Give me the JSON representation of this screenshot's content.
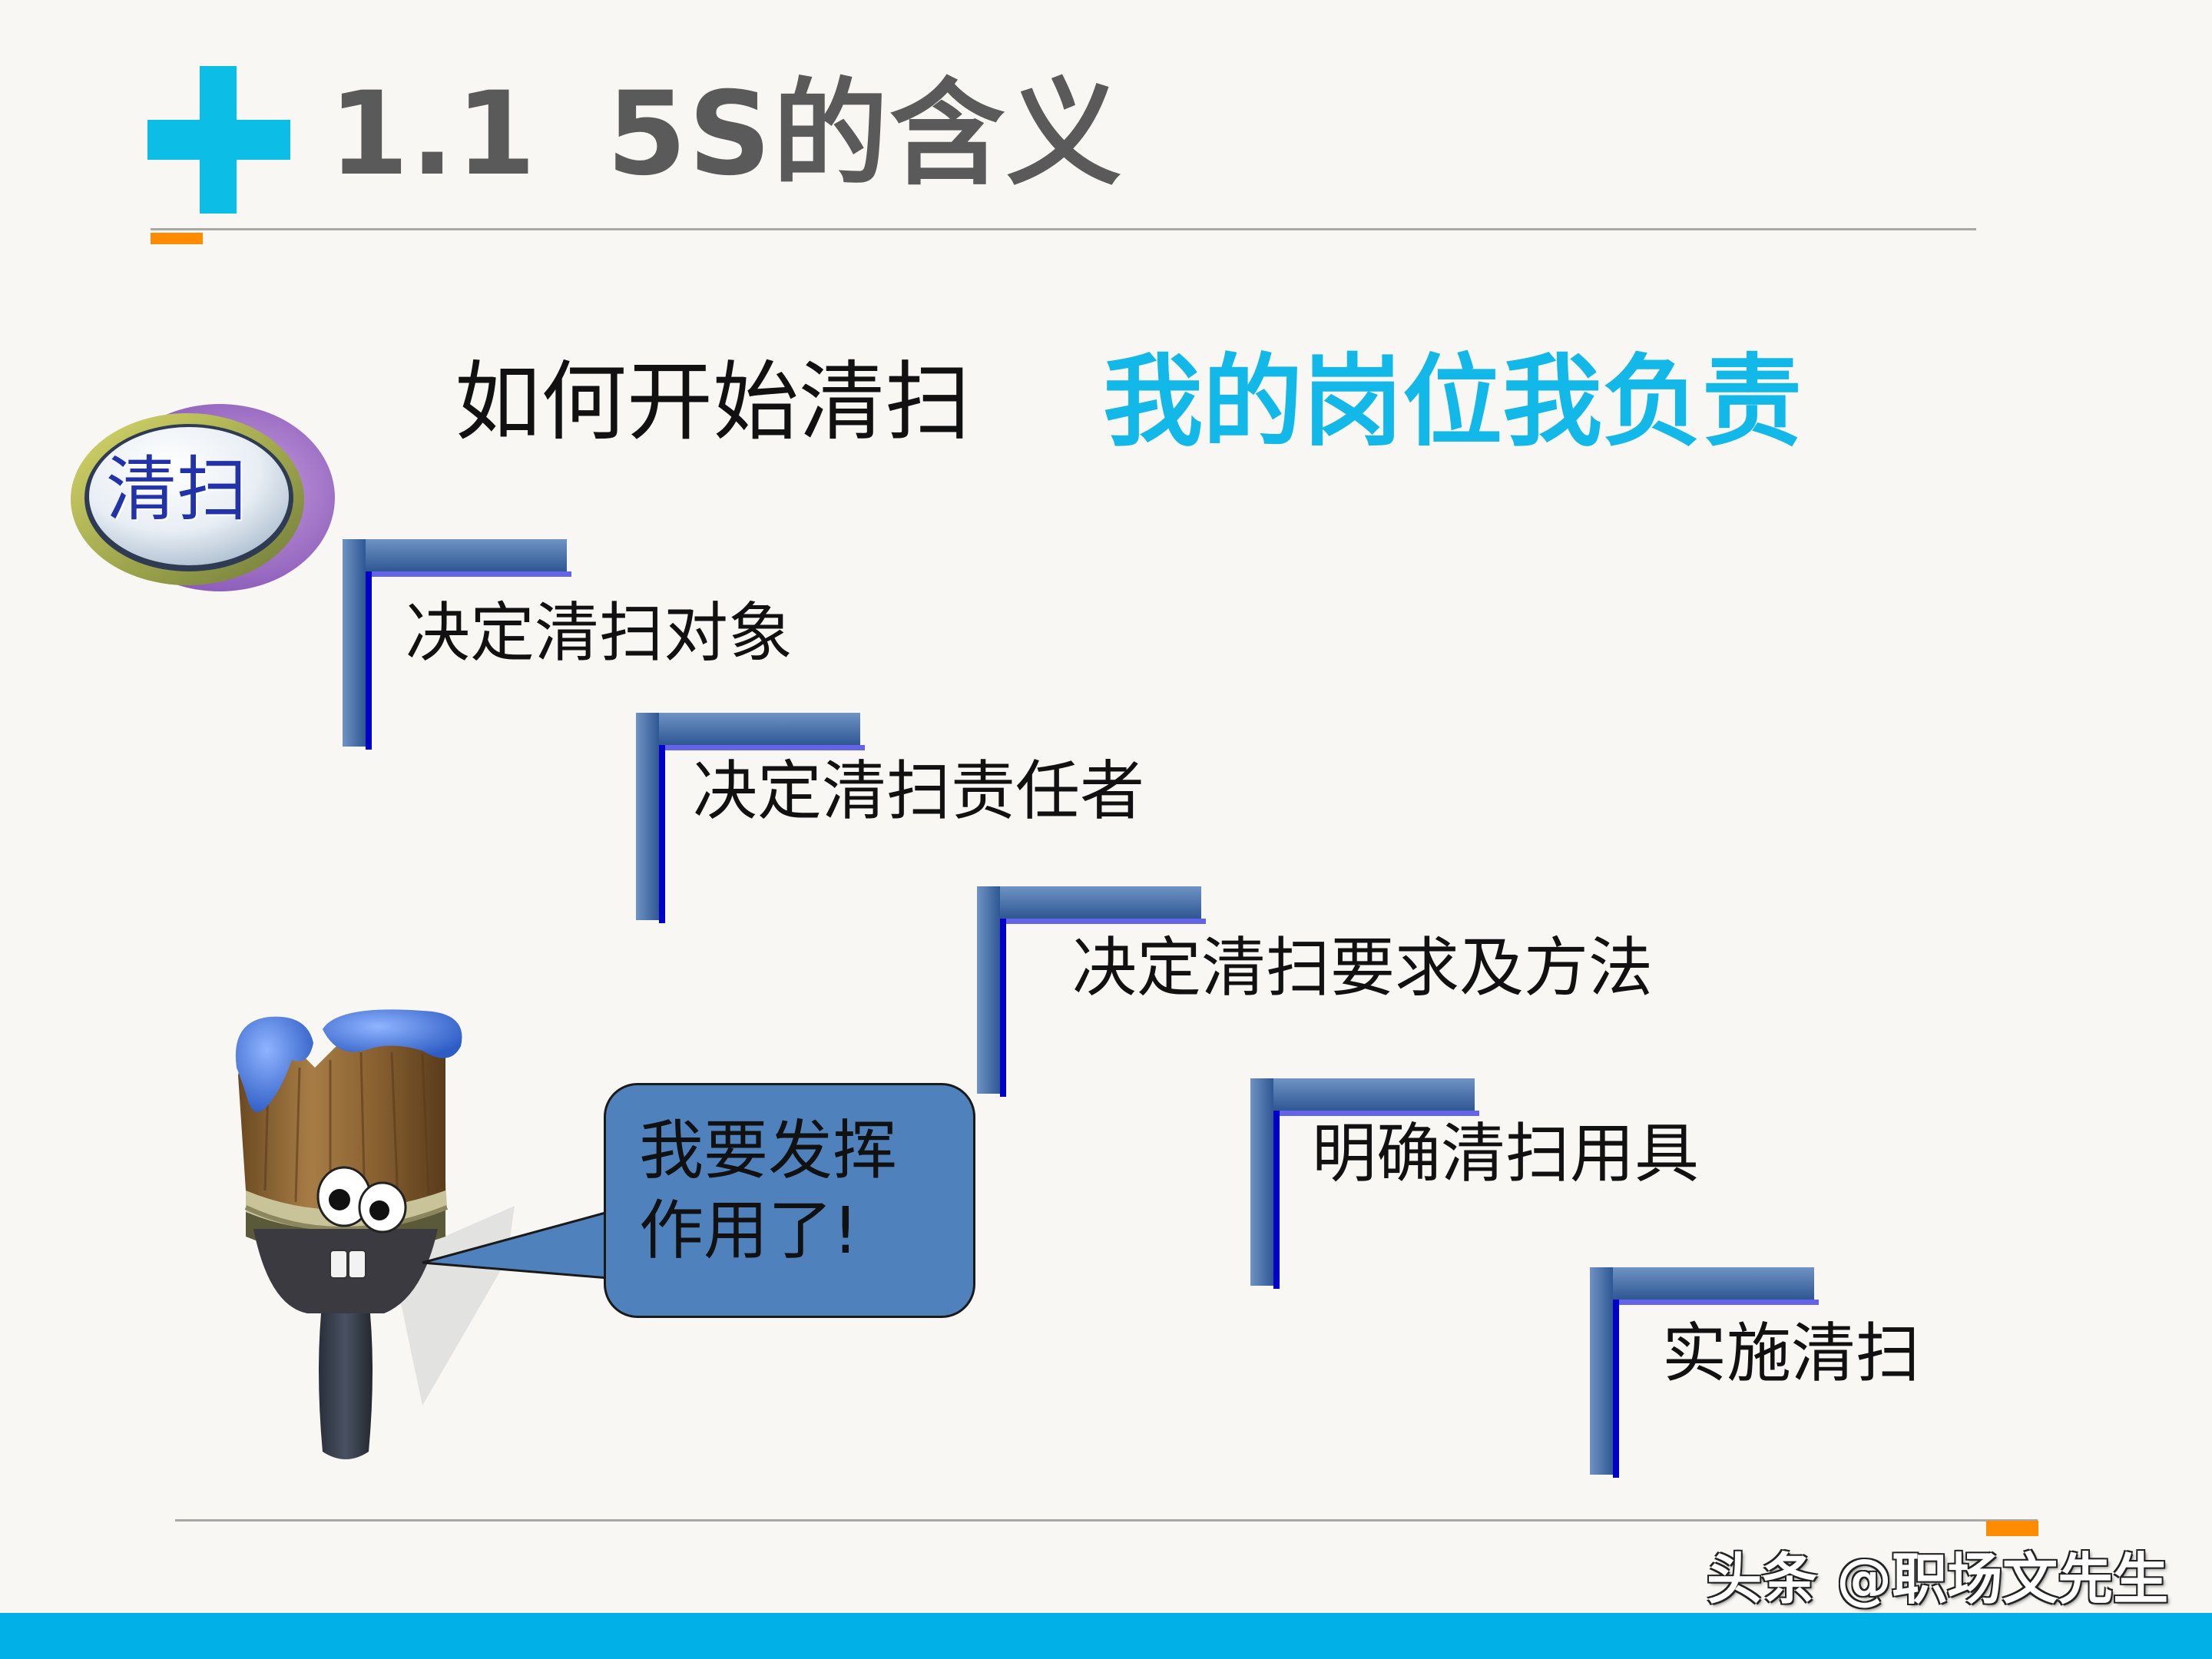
{
  "header": {
    "section_number": "1.1",
    "title": "5S的含义"
  },
  "subtitle": {
    "left": "如何开始清扫",
    "right": "我的岗位我负责"
  },
  "badge": {
    "label": "清扫"
  },
  "steps": [
    {
      "label": "决定清扫对象"
    },
    {
      "label": "决定清扫责任者"
    },
    {
      "label": "决定清扫要求及方法"
    },
    {
      "label": "明确清扫用具"
    },
    {
      "label": "实施清扫"
    }
  ],
  "speech_bubble": {
    "line1": "我要发挥",
    "line2": "作用了!"
  },
  "watermark": "头条 @职场文先生",
  "colors": {
    "accent_cyan": "#0cbde6",
    "accent_orange": "#ff8c00",
    "step_blue": "#4f81bd",
    "bubble_blue": "#4f81bd",
    "bottom_band": "#00b0e6"
  },
  "icons": {
    "header_mark": "plus-icon",
    "mascot": "paintbrush-mascot-icon"
  }
}
